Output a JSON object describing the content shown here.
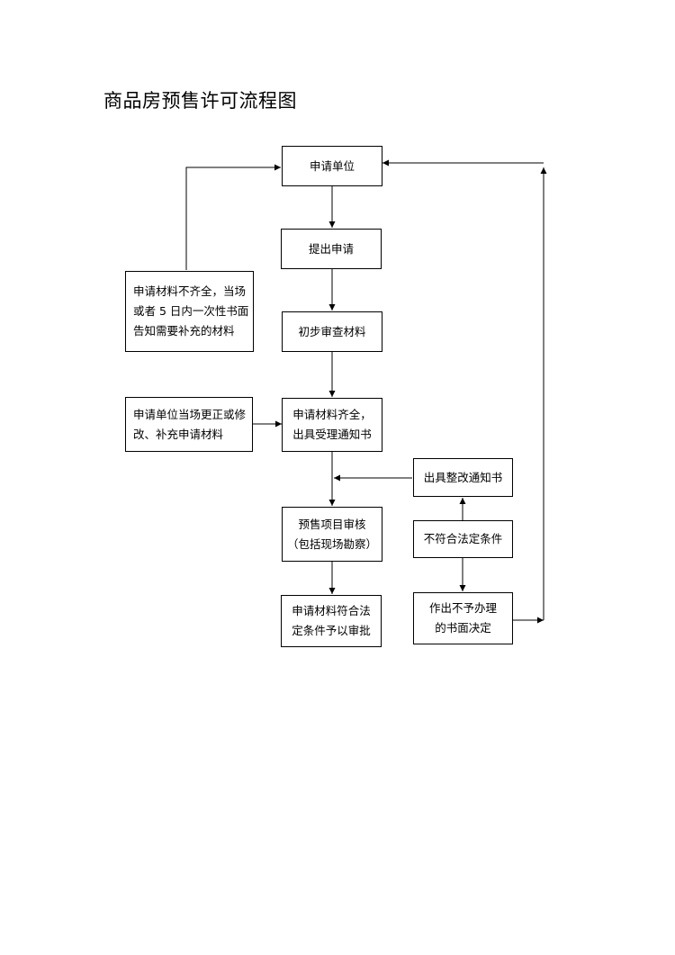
{
  "title": "商品房预售许可流程图",
  "nodes": {
    "apply_unit": "申请单位",
    "submit_application": "提出申请",
    "initial_review": "初步审查材料",
    "materials_complete": [
      "申请材料齐全，",
      "出具受理通知书"
    ],
    "presale_review": [
      "预售项目审核",
      "（包括现场勘察）"
    ],
    "approval": [
      "申请材料符合法",
      "定条件予以审批"
    ],
    "rectification_notice": "出具整改通知书",
    "not_compliant": "不符合法定条件",
    "rejection_decision": [
      "作出不予办理",
      "的书面决定"
    ],
    "incomplete_materials": [
      "申请材料不齐全，当场",
      "或者 5 日内一次性书面",
      "告知需要补充的材料"
    ],
    "correct_on_site": [
      "申请单位当场更正或修",
      "改、补充申请材料"
    ]
  }
}
